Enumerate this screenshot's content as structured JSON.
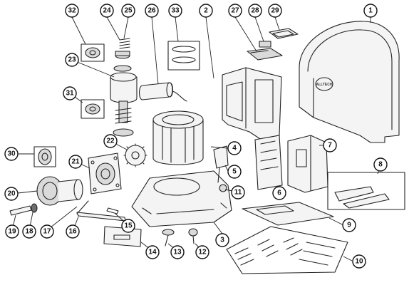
{
  "diagram": {
    "brand_logo_text": "ALLTECH",
    "callouts": [
      "1",
      "2",
      "3",
      "4",
      "5",
      "6",
      "7",
      "8",
      "9",
      "10",
      "11",
      "12",
      "13",
      "14",
      "15",
      "16",
      "17",
      "18",
      "19",
      "20",
      "21",
      "22",
      "23",
      "24",
      "25",
      "26",
      "27",
      "28",
      "29",
      "30",
      "31",
      "32",
      "33"
    ]
  }
}
